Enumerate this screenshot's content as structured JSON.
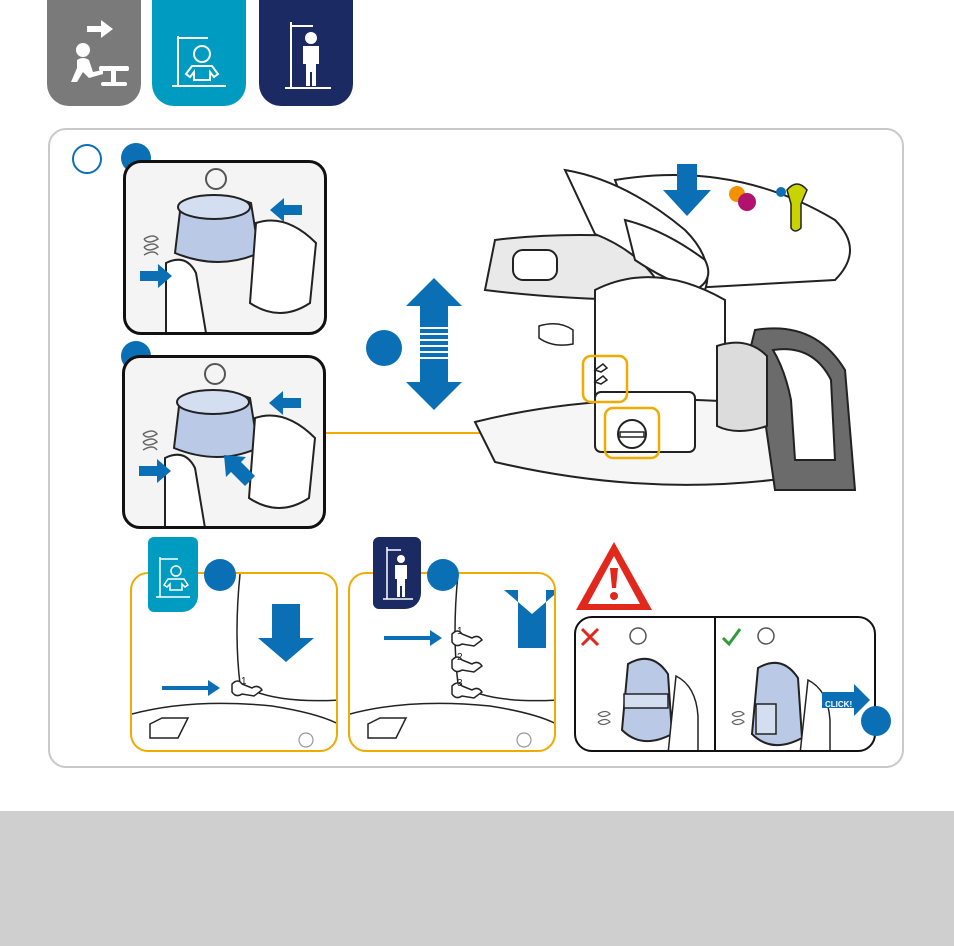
{
  "colors": {
    "tile_grey": "#7a7a7a",
    "tile_teal": "#009bc1",
    "tile_navy": "#1b2a63",
    "accent_blue": "#0b6fb5",
    "highlight_yellow": "#f0ab00",
    "warning_red": "#e2271d",
    "check_green": "#2e9c3a",
    "panel_border": "#c9c9c9",
    "footer_grey": "#cfcfcf"
  },
  "icons": {
    "tile1": "child-at-table-icon",
    "tile2": "baby-height-icon",
    "tile3": "child-height-icon",
    "warning": "warning-triangle-icon",
    "wrong": "cross-mark-icon",
    "right": "check-mark-icon",
    "updown": "up-down-arrow-icon"
  },
  "labels": {
    "click": "CLICK!",
    "notch_1": "1",
    "notch_2": "2",
    "notch_3": "3"
  }
}
